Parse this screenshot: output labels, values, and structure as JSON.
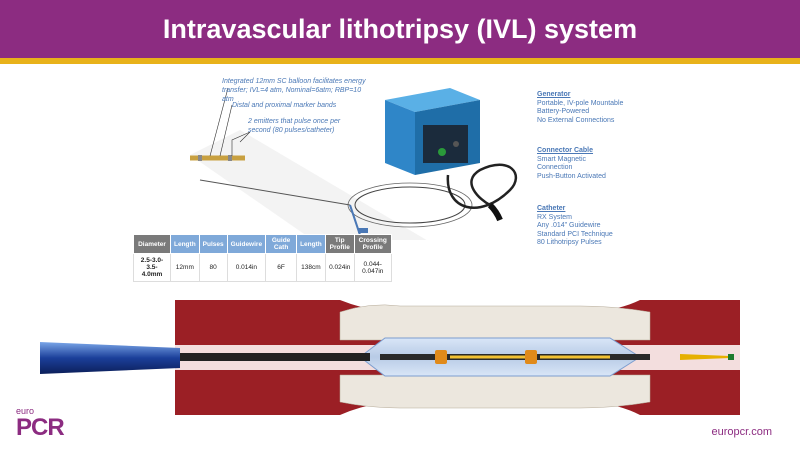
{
  "slide": {
    "title": "Intravascular lithotripsy (IVL) system"
  },
  "callouts": {
    "balloon": "Integrated 12mm SC balloon facilitates energy transfer; IVL=4 atm, Nominal=6atm; RBP=10 atm",
    "markers": "Distal and proximal marker bands",
    "emitters": "2 emitters that pulse once per second  (80 pulses/catheter)"
  },
  "specs": {
    "generator": {
      "heading": "Generator",
      "lines": [
        "Portable, IV-pole Mountable",
        "Battery-Powered",
        "No External Connections"
      ]
    },
    "cable": {
      "heading": "Connector Cable",
      "lines": [
        "Smart Magnetic",
        "Connection",
        "Push-Button Activated"
      ]
    },
    "catheter": {
      "heading": "Catheter",
      "lines": [
        "RX System",
        "Any .014\" Guidewire",
        "Standard PCI Technique",
        "80 Lithotripsy Pulses"
      ]
    }
  },
  "table": {
    "headers": [
      "Diameter",
      "Length",
      "Pulses",
      "Guidewire",
      "Guide Cath",
      "Length",
      "Tip Profile",
      "Crossing Profile"
    ],
    "row": [
      "2.5-3.0-3.5-4.0mm",
      "12mm",
      "80",
      "0.014in",
      "6F",
      "138cm",
      "0.024in",
      "0.044-0.047in"
    ]
  },
  "footer": {
    "logo_small": "euro",
    "logo_big": "PCR",
    "url": "europcr.com"
  },
  "colors": {
    "header_bg": "#8c2c81",
    "accent_gold": "#e8b21a",
    "callout_blue": "#4a78b6"
  }
}
